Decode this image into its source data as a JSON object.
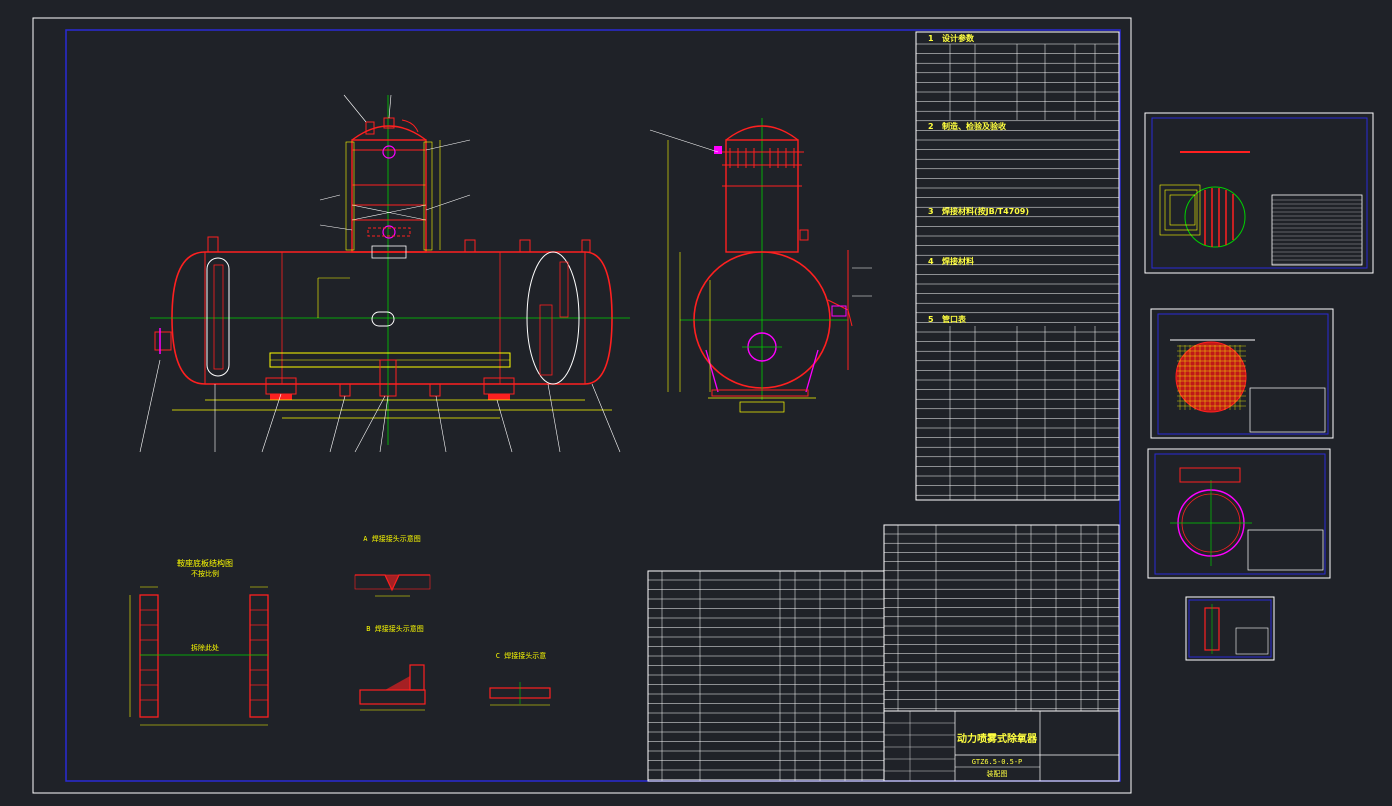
{
  "colors": {
    "background": "#1f2228",
    "sheet_border": "#ffffff",
    "inner_frame": "#2a2ad6",
    "vessel": "#ff2020",
    "dimension": "#ffff00",
    "centerline": "#00d000",
    "annotation": "#ffffff",
    "magenta": "#ff00ff",
    "table_text": "#ffff40"
  },
  "drawing": {
    "title_block": {
      "drawing_title": "动力喷雾式除氧器",
      "drawing_number": "GTZ6.5-0.5-P",
      "sheet_label": "装配图"
    },
    "table_sections": [
      {
        "no": "1",
        "title": "设计参数"
      },
      {
        "no": "2",
        "title": "制造、检验及验收"
      },
      {
        "no": "3",
        "title": "焊接材料(按JB/T4709)"
      },
      {
        "no": "4",
        "title": "焊接材料"
      },
      {
        "no": "5",
        "title": "管口表"
      }
    ],
    "details": [
      {
        "title": "A 焊接接头示意图"
      },
      {
        "title": "B 焊接接头示意图"
      },
      {
        "title": "C 焊接接头示意"
      },
      {
        "title": "鞍座底板结构图",
        "subtitle": "不按比例"
      }
    ],
    "view_note": "拆除此处"
  }
}
